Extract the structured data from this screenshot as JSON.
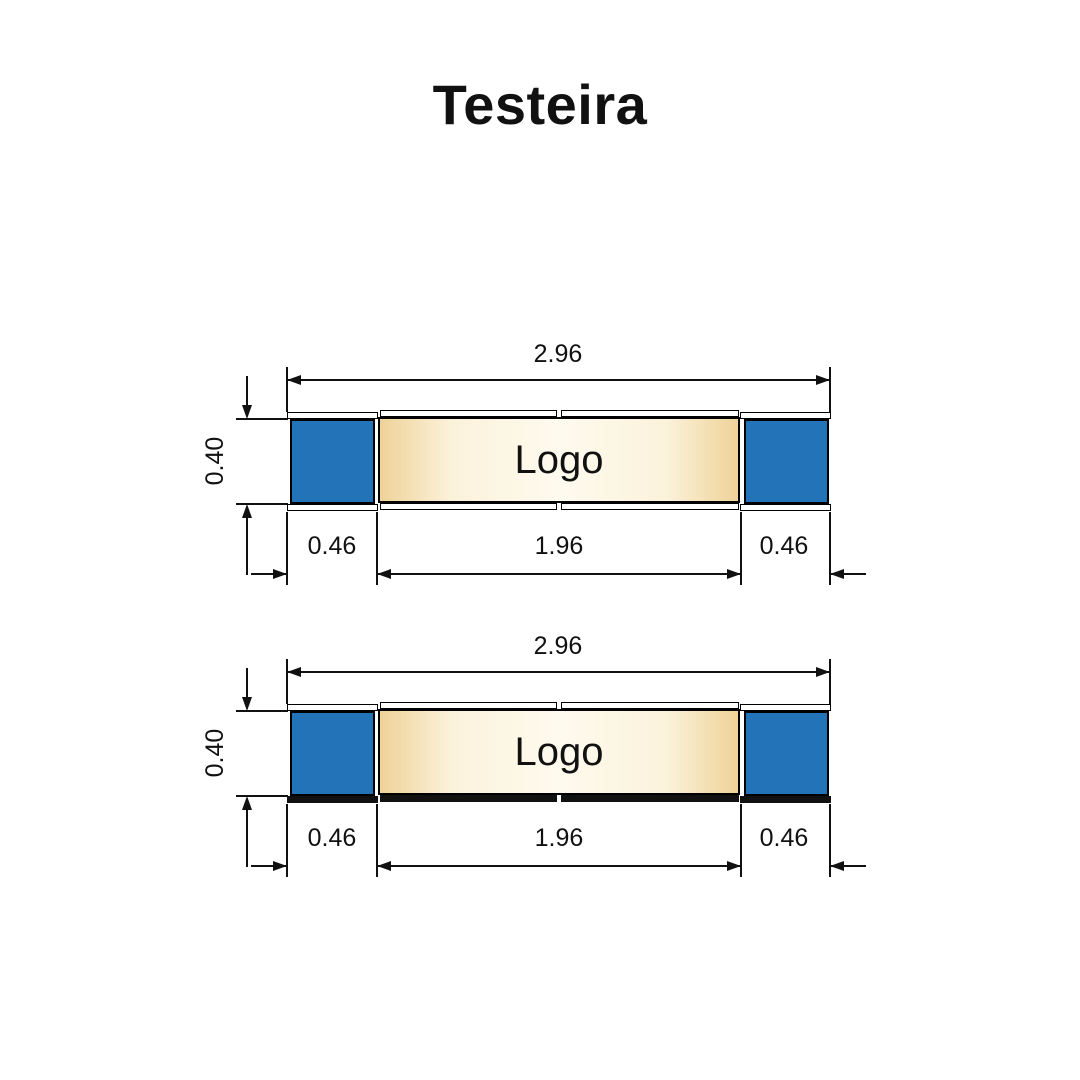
{
  "title": "Testeira",
  "diagrams": [
    {
      "total_width": "2.96",
      "height": "0.40",
      "left_width": "0.46",
      "center_width": "1.96",
      "right_width": "0.46",
      "logo": "Logo"
    },
    {
      "total_width": "2.96",
      "height": "0.40",
      "left_width": "0.46",
      "center_width": "1.96",
      "right_width": "0.46",
      "logo": "Logo"
    }
  ],
  "colors": {
    "panel_blue": "#2273B8",
    "logo_edge": "#EFD298",
    "logo_center": "#FEFAEE",
    "line": "#111111"
  }
}
